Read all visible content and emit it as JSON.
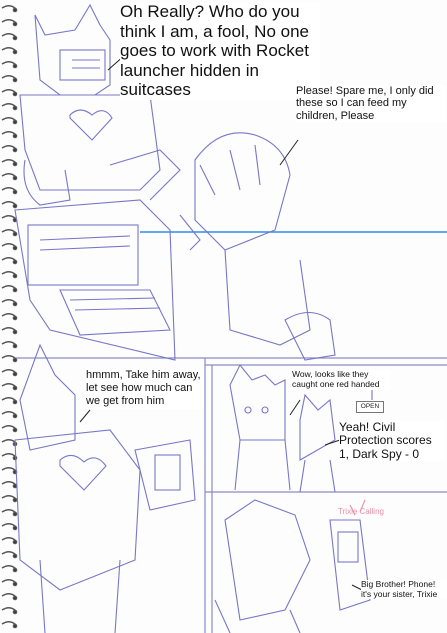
{
  "panels": {
    "top": {
      "speech_robot": "Oh Really? Who do you think I am, a fool, No one goes to work with Rocket launcher hidden in suitcases",
      "speech_kneeling": "Please! Spare me, I only did these so I can feed my children, Please"
    },
    "middle_left": {
      "speech_robot": "hmmm, Take him away, let see how much can we get from him"
    },
    "middle_right": {
      "speech_tails": "Wow, looks like they caught one red handed",
      "sign": "OPEN",
      "speech_fox": "Yeah! Civil Protection scores 1, Dark Spy - 0"
    },
    "bottom_right": {
      "phone_text": "Trixie Calling",
      "speech_phone": "Big Brother! Phone! it's your sister, Trixie"
    }
  },
  "colors": {
    "pencil": "#7777c8",
    "panel_border": "#8080c0",
    "blue_line": "#2d8ee8",
    "pink_text": "#e88fa9"
  }
}
